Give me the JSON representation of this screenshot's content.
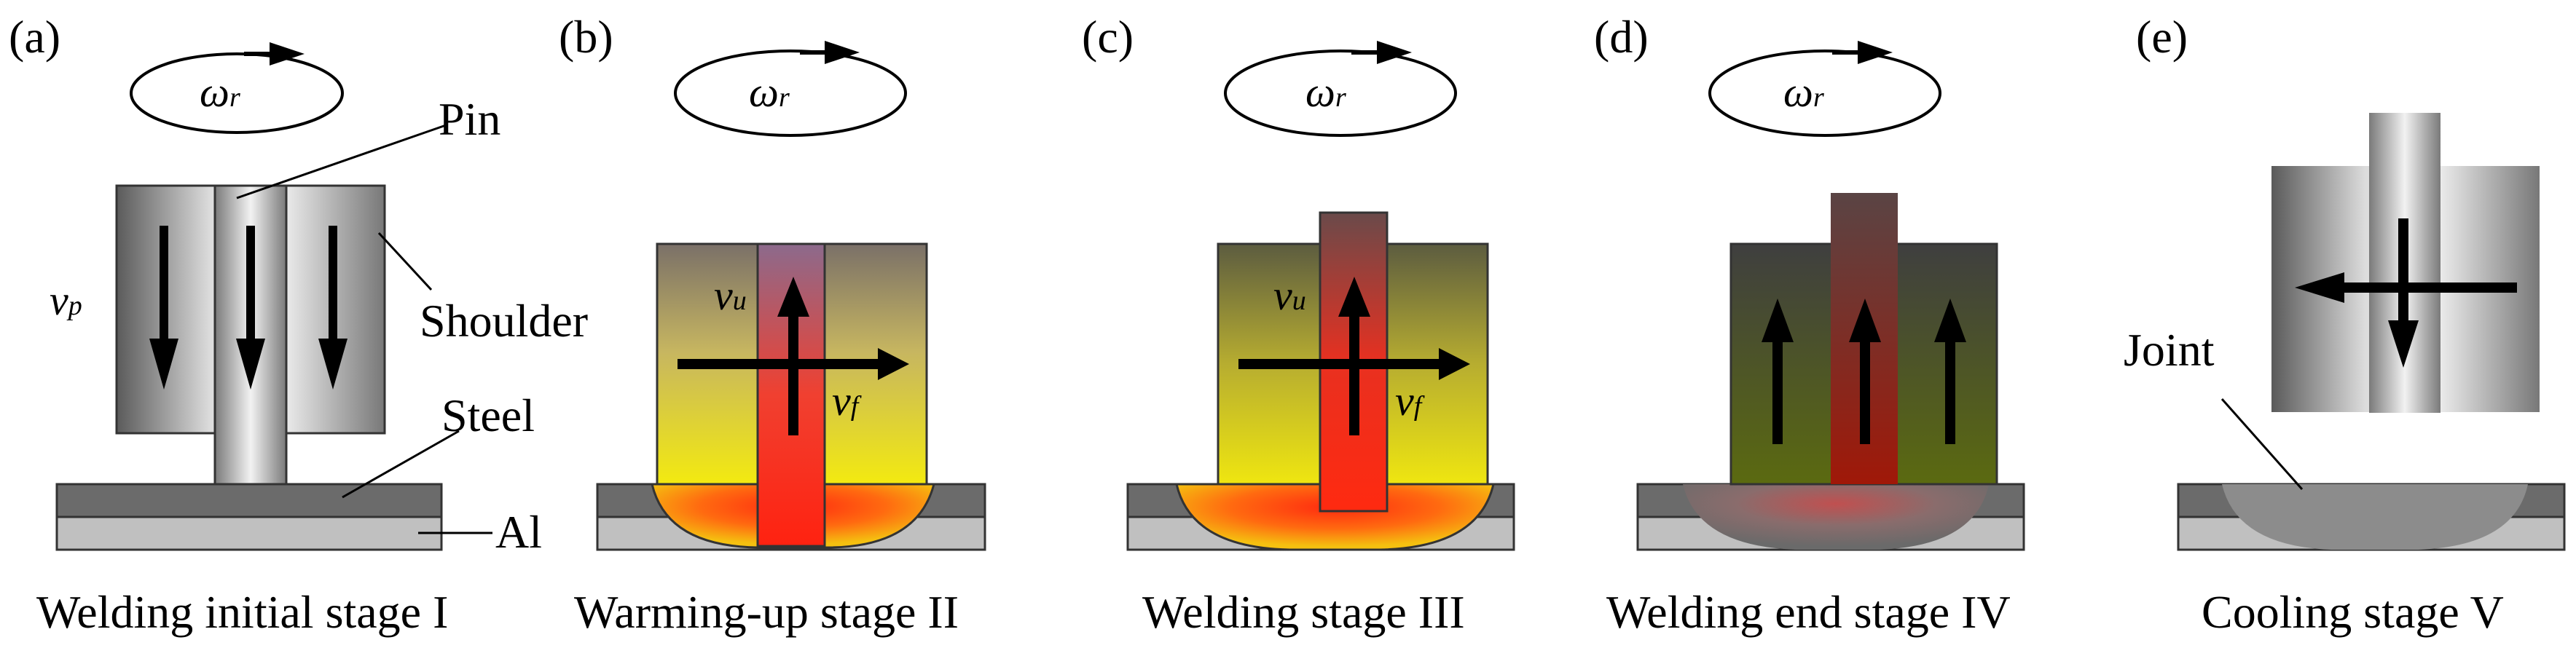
{
  "panels": [
    {
      "id": "a",
      "label": "(a)",
      "caption": "Welding initial stage I"
    },
    {
      "id": "b",
      "label": "(b)",
      "caption": "Warming-up stage II"
    },
    {
      "id": "c",
      "label": "(c)",
      "caption": "Welding stage III"
    },
    {
      "id": "d",
      "label": "(d)",
      "caption": "Welding end stage IV"
    },
    {
      "id": "e",
      "label": "(e)",
      "caption": "Cooling stage V"
    }
  ],
  "symbols": {
    "rotation": {
      "main": "ω",
      "sub": "r"
    },
    "plunge": {
      "main": "v",
      "sub": "p"
    },
    "upward": {
      "main": "v",
      "sub": "u"
    },
    "feed": {
      "main": "v",
      "sub": "f"
    }
  },
  "annotations": {
    "pin": "Pin",
    "shoulder": "Shoulder",
    "steel": "Steel",
    "al": "Al",
    "joint": "Joint"
  },
  "colors": {
    "steel": "#6b6b6b",
    "aluminium": "#c0c0c0",
    "hot": "#ff2a10",
    "warm": "#f0e010",
    "joint": "#8c8c8c"
  }
}
